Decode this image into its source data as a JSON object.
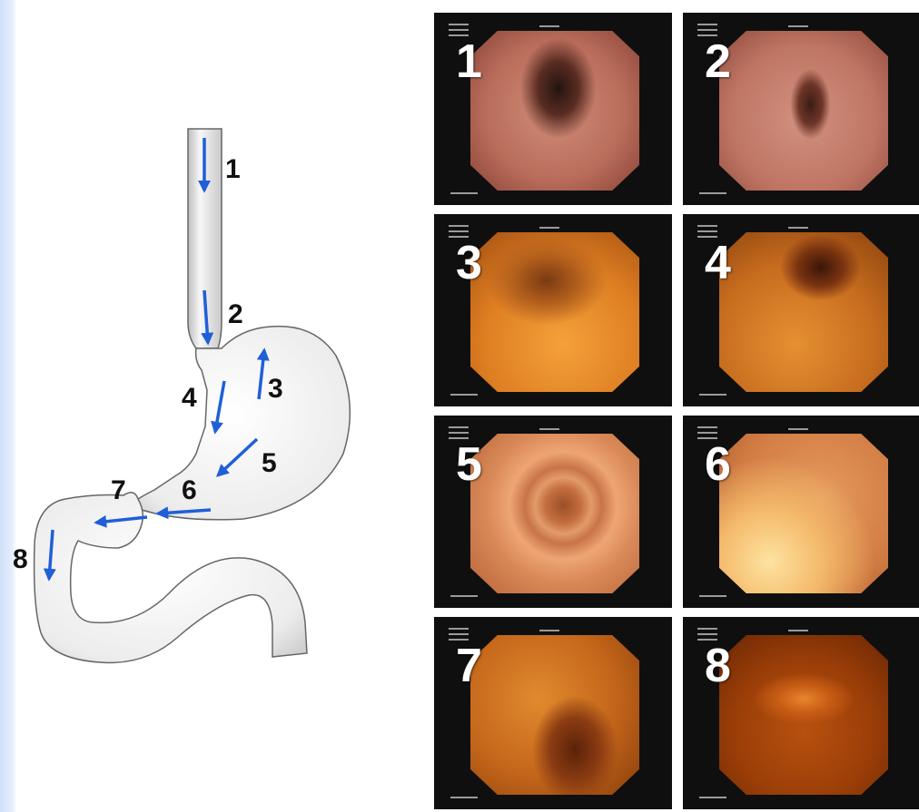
{
  "diagram": {
    "labels": [
      "1",
      "2",
      "3",
      "4",
      "5",
      "6",
      "7",
      "8"
    ]
  },
  "images": [
    {
      "label": "1"
    },
    {
      "label": "2"
    },
    {
      "label": "3"
    },
    {
      "label": "4"
    },
    {
      "label": "5"
    },
    {
      "label": "6"
    },
    {
      "label": "7"
    },
    {
      "label": "8"
    }
  ],
  "colors": {
    "arrow": "#1f5fd8",
    "organ_fill": "#e9e9e9",
    "organ_stroke": "#666666",
    "panel_bg": "#0f0f0f",
    "slide_edge": "#cfe0fb",
    "label_text": "#111111",
    "image_number": "#ffffff"
  }
}
